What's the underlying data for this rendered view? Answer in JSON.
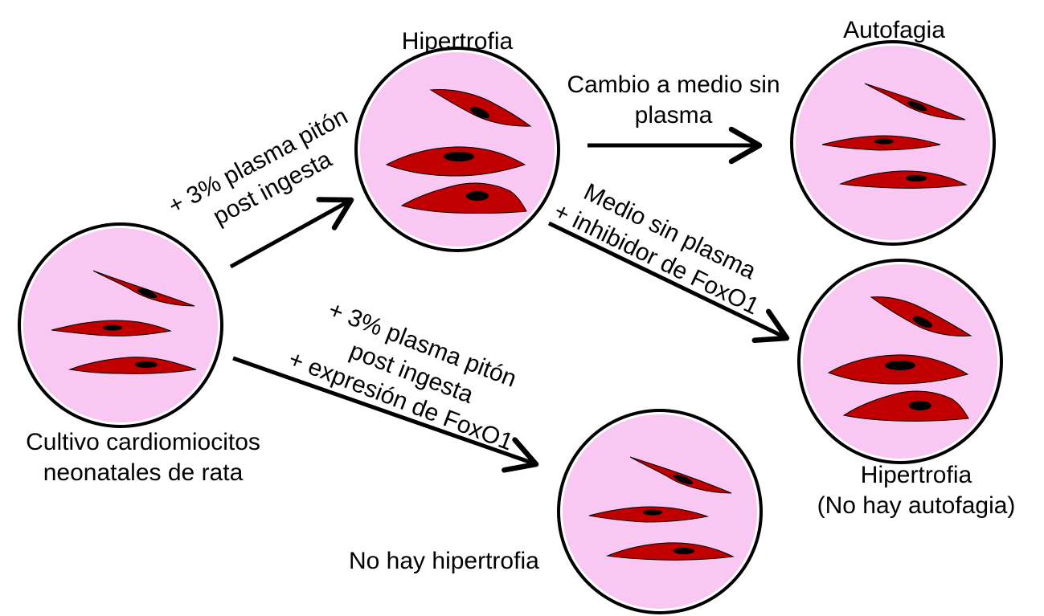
{
  "dishes": {
    "start": {
      "label": [
        "Cultivo cardiomiocitos",
        "neonatales de rata"
      ]
    },
    "hypertrophy": {
      "label": "Hipertrofia"
    },
    "autophagy": {
      "label": "Autofagia"
    },
    "inhibited": {
      "label": [
        "Hipertrofia",
        "(No hay autofagia)"
      ]
    },
    "foxo_expr": {
      "label": "No hay hipertrofia"
    }
  },
  "arrows": {
    "to_hypertrophy": [
      "+ 3% plasma pitón",
      "post ingesta"
    ],
    "to_autophagy": [
      "Cambio a medio sin",
      "plasma"
    ],
    "to_inhibited": [
      "Medio sin plasma",
      "+ inhibidor de FoxO1"
    ],
    "to_foxo_expr": [
      "+ 3% plasma pitón",
      "post ingesta",
      "+ expresión de FoxO1"
    ]
  },
  "colors": {
    "dish_fill": "#f8c8f3",
    "dish_ring": "#000000",
    "cell_fill": "#c00000",
    "nucleus": "#000000",
    "arrow": "#000000",
    "text": "#000000"
  }
}
